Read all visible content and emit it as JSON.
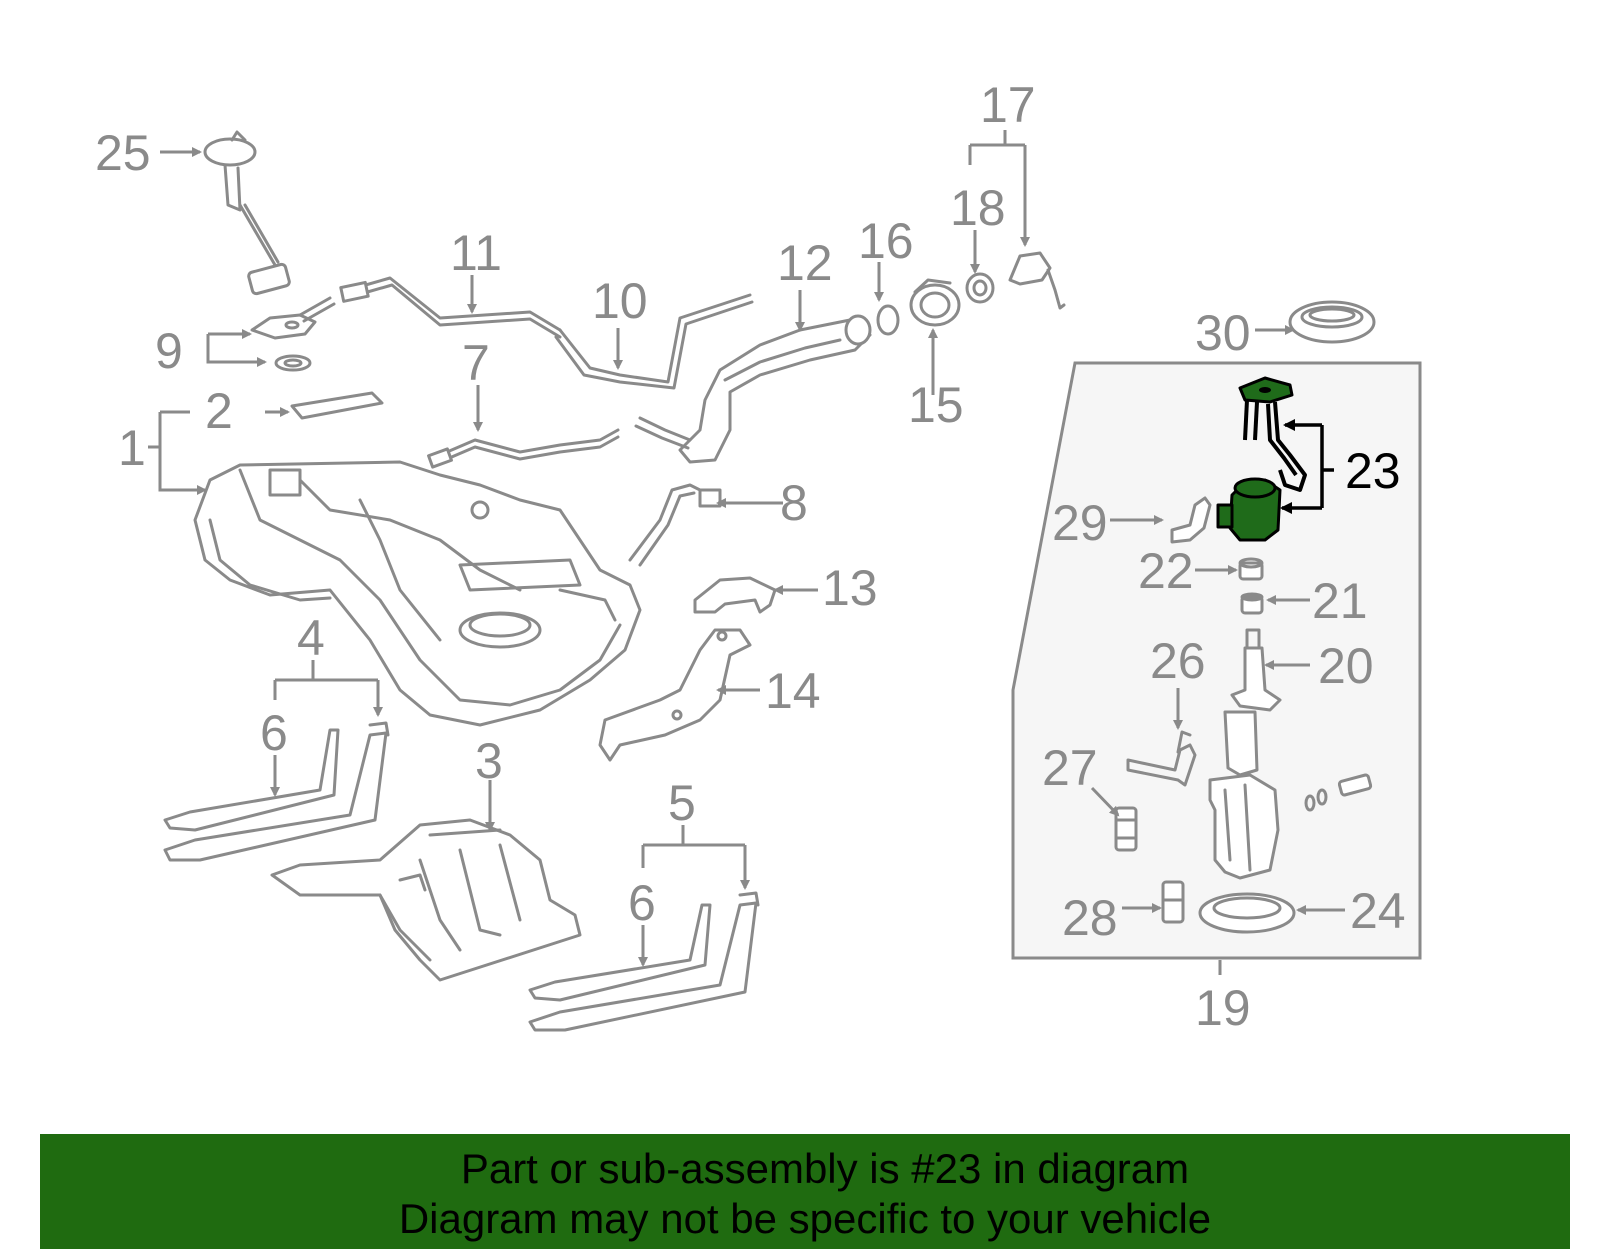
{
  "diagram": {
    "highlighted_part": "23",
    "colors": {
      "parts": "#8a8a8a",
      "highlight_fill": "#1f6b1a",
      "highlight_text": "#000000",
      "banner": "#1f6b10",
      "box_fill": "#f6f6f6"
    },
    "callouts": {
      "p1": "1",
      "p2": "2",
      "p3": "3",
      "p4": "4",
      "p5": "5",
      "p6a": "6",
      "p6b": "6",
      "p7": "7",
      "p8": "8",
      "p9": "9",
      "p10": "10",
      "p11": "11",
      "p12": "12",
      "p13": "13",
      "p14": "14",
      "p15": "15",
      "p16": "16",
      "p17": "17",
      "p18": "18",
      "p19": "19",
      "p20": "20",
      "p21": "21",
      "p22": "22",
      "p23": "23",
      "p24": "24",
      "p25": "25",
      "p26": "26",
      "p27": "27",
      "p28": "28",
      "p29": "29",
      "p30": "30"
    }
  },
  "banner": {
    "line1": "Part or sub-assembly is #23 in diagram",
    "line2": "Diagram may not be specific to your vehicle"
  }
}
